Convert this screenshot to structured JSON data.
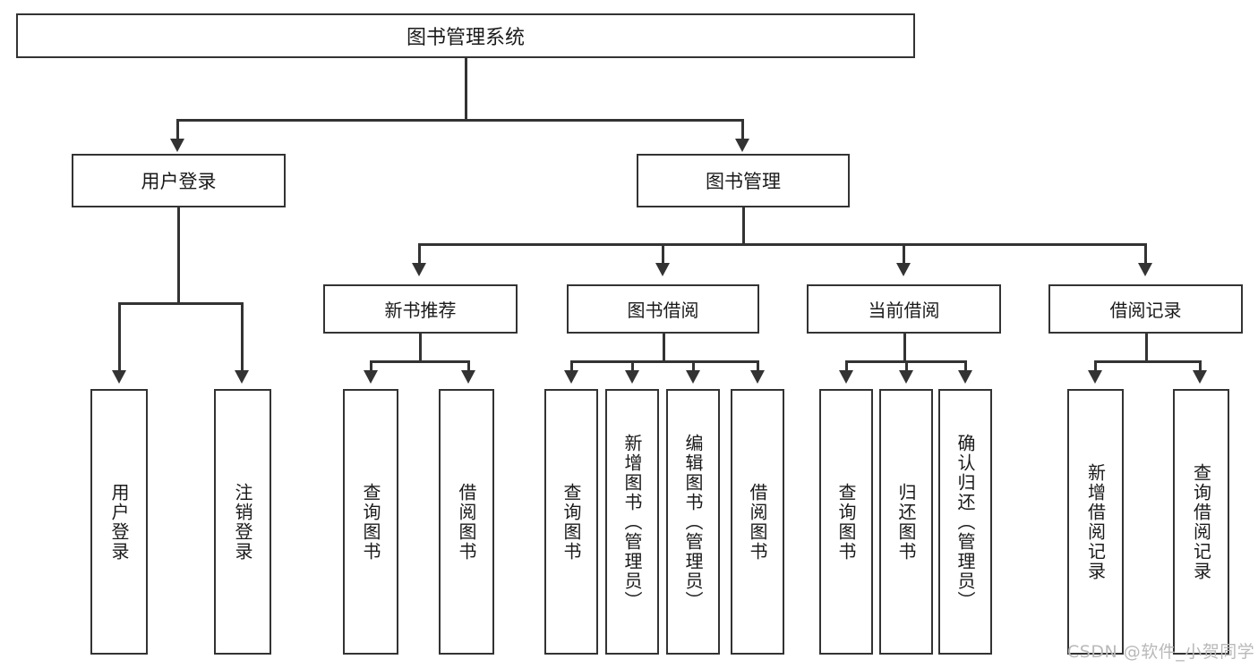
{
  "diagram": {
    "title": "图书管理系统",
    "type": "hierarchy-tree",
    "root": {
      "label": "图书管理系统"
    },
    "level1": [
      {
        "label": "用户登录"
      },
      {
        "label": "图书管理"
      }
    ],
    "level2": [
      {
        "label": "新书推荐"
      },
      {
        "label": "图书借阅"
      },
      {
        "label": "当前借阅"
      },
      {
        "label": "借阅记录"
      }
    ],
    "leaves": {
      "user_login": [
        {
          "label": "用户登录"
        },
        {
          "label": "注销登录"
        }
      ],
      "new_book_recommend": [
        {
          "label": "查询图书"
        },
        {
          "label": "借阅图书"
        }
      ],
      "book_borrow": [
        {
          "label": "查询图书"
        },
        {
          "label": "新增图书（管理员）"
        },
        {
          "label": "编辑图书（管理员）"
        },
        {
          "label": "借阅图书"
        }
      ],
      "current_borrow": [
        {
          "label": "查询图书"
        },
        {
          "label": "归还图书"
        },
        {
          "label": "确认归还（管理员）"
        }
      ],
      "borrow_records": [
        {
          "label": "新增借阅记录"
        },
        {
          "label": "查询借阅记录"
        }
      ]
    }
  },
  "watermark": {
    "text": "CSDN @软件_小贺同学"
  },
  "colors": {
    "stroke": "#333333",
    "background": "#ffffff",
    "text": "#1a1a1a",
    "watermark": "#b9b9b9"
  }
}
